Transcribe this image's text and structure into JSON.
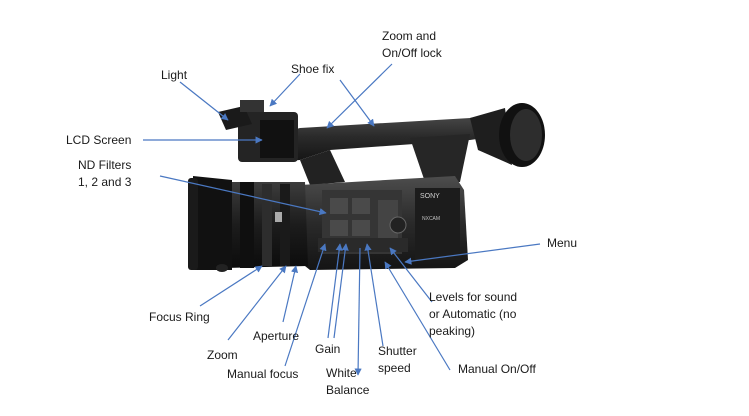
{
  "labels": {
    "zoom_lock": "Zoom and\nOn/Off lock",
    "shoe_fix": "Shoe fix",
    "light": "Light",
    "lcd_screen": "LCD Screen",
    "nd_filters": "ND Filters\n1, 2 and 3",
    "menu": "Menu",
    "focus_ring": "Focus Ring",
    "aperture": "Aperture",
    "zoom": "Zoom",
    "gain": "Gain",
    "manual_focus": "Manual focus",
    "white_balance": "White\nBalance",
    "shutter_speed": "Shutter\nspeed",
    "levels": "Levels for sound\nor Automatic (no\npeaking)",
    "manual_onoff": "Manual On/Off"
  },
  "camera": {
    "brand_text": "SONY",
    "model_text": "NXCAM"
  },
  "colors": {
    "arrow": "#4a78c2",
    "body": "#2b2b2b",
    "body_dark": "#151515",
    "body_light": "#4a4a4a"
  }
}
